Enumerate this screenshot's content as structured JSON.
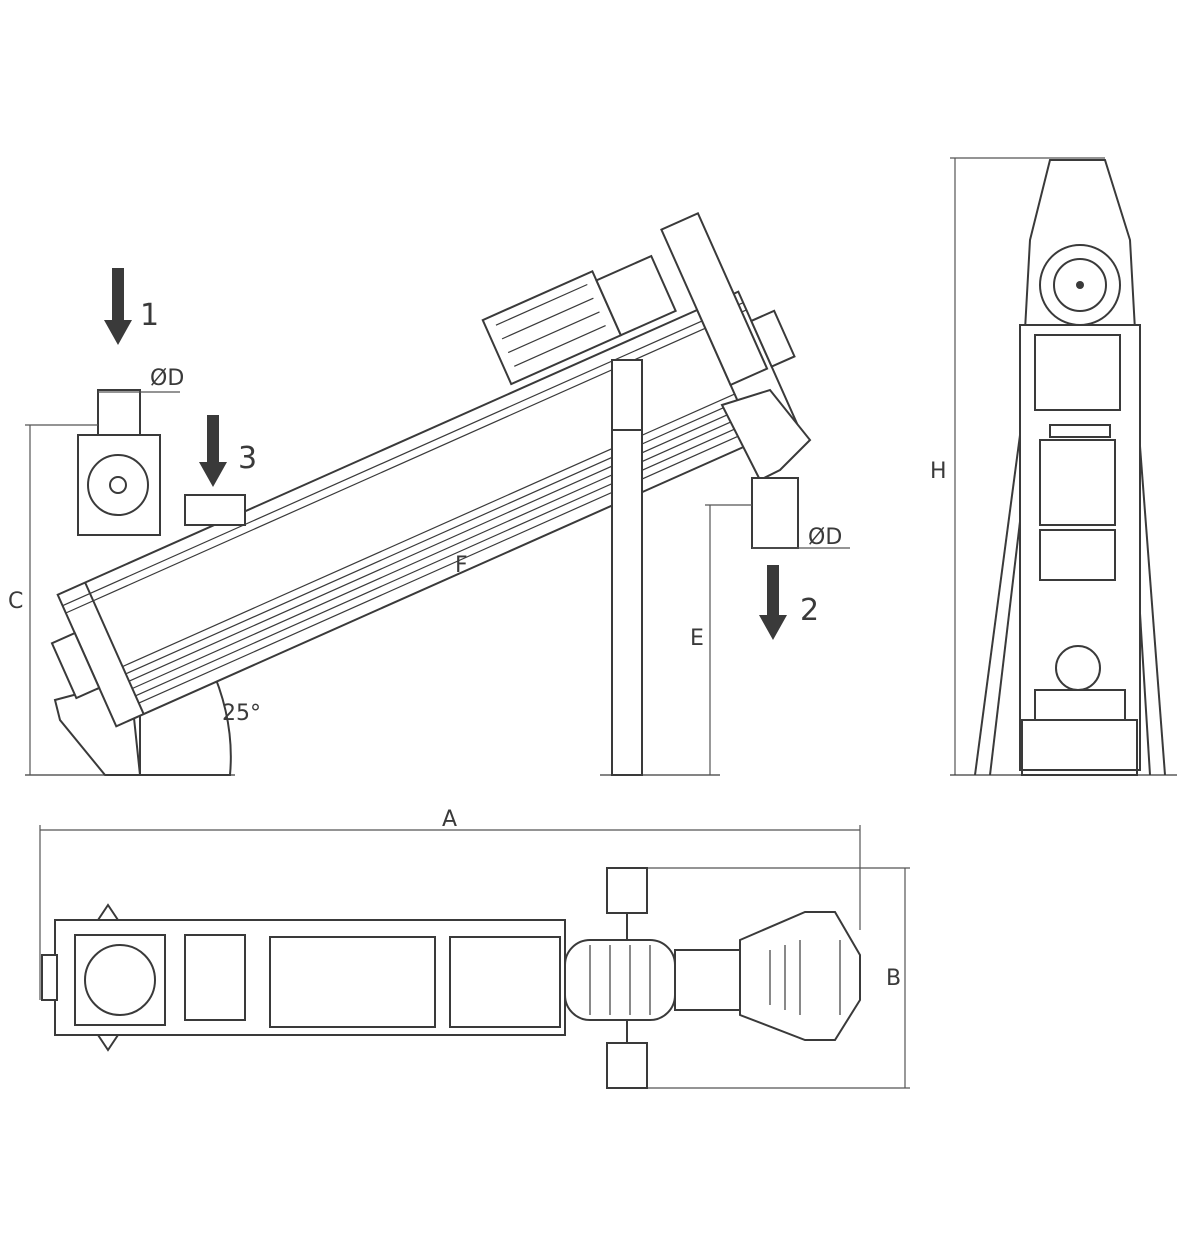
{
  "drawing": {
    "flow_labels": {
      "inlet": "1",
      "outlet": "2",
      "secondary_inlet": "3"
    },
    "dimension_labels": {
      "inlet_diameter": "ØD",
      "outlet_diameter": "ØD",
      "inlet_height": "C",
      "outlet_height": "E",
      "screw_length": "F",
      "incline_angle": "25°",
      "total_height": "H",
      "total_length": "A",
      "total_width": "B"
    },
    "colors": {
      "line": "#3a3a3a",
      "background": "#ffffff"
    }
  }
}
